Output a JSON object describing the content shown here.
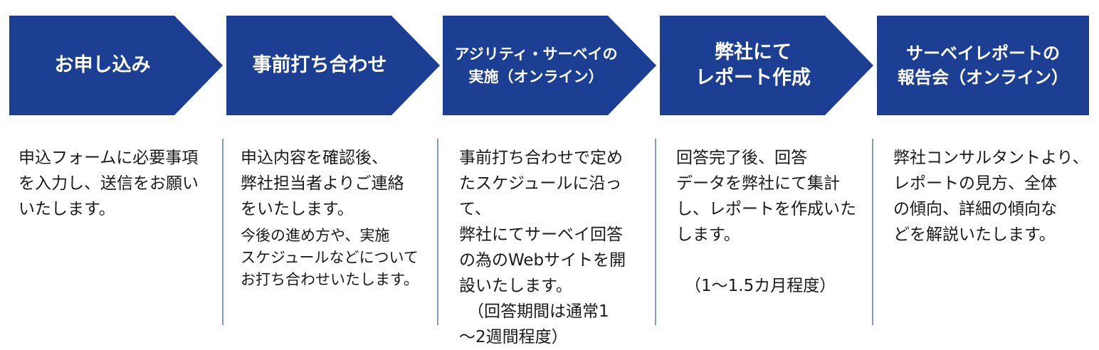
{
  "colors": {
    "arrow_fill": "#1c3f94",
    "divider": "#7f9bc2",
    "text": "#1a1a1a",
    "label": "#ffffff"
  },
  "steps": [
    {
      "title_lines": [
        "お申し込み"
      ],
      "desc_lines": [
        "申込フォームに必要事項",
        "を入力し、送信をお願い",
        "いたします。"
      ],
      "sub_lines": [],
      "note_lines": []
    },
    {
      "title_lines": [
        "事前打ち合わせ"
      ],
      "desc_lines": [
        "申込内容を確認後、",
        "弊社担当者よりご連絡",
        "をいたします。"
      ],
      "sub_lines": [
        "今後の進め方や、実施",
        "スケジュールなどについて",
        "お打ち合わせいたします。"
      ],
      "note_lines": []
    },
    {
      "title_lines": [
        "アジリティ・サーベイの",
        "実施（オンライン）"
      ],
      "desc_lines": [
        "事前打ち合わせで定め",
        "たスケジュールに沿って、",
        "弊社にてサーベイ回答",
        "の為のWebサイトを開",
        "設いたします。"
      ],
      "sub_lines": [],
      "note_lines": [
        "（回答期間は通常1",
        "～2週間程度）"
      ]
    },
    {
      "title_lines": [
        "弊社にて",
        "レポート作成"
      ],
      "desc_lines": [
        "回答完了後、回答",
        "データを弊社にて集計",
        "し、レポートを作成いた",
        "します。"
      ],
      "sub_lines": [],
      "note_lines": [
        "（1～1.5カ月程度）"
      ]
    },
    {
      "title_lines": [
        "サーベイレポートの",
        "報告会（オンライン）"
      ],
      "desc_lines": [
        "弊社コンサルタントより、",
        "レポートの見方、全体",
        "の傾向、詳細の傾向な",
        "どを解説いたします。"
      ],
      "sub_lines": [],
      "note_lines": []
    }
  ]
}
